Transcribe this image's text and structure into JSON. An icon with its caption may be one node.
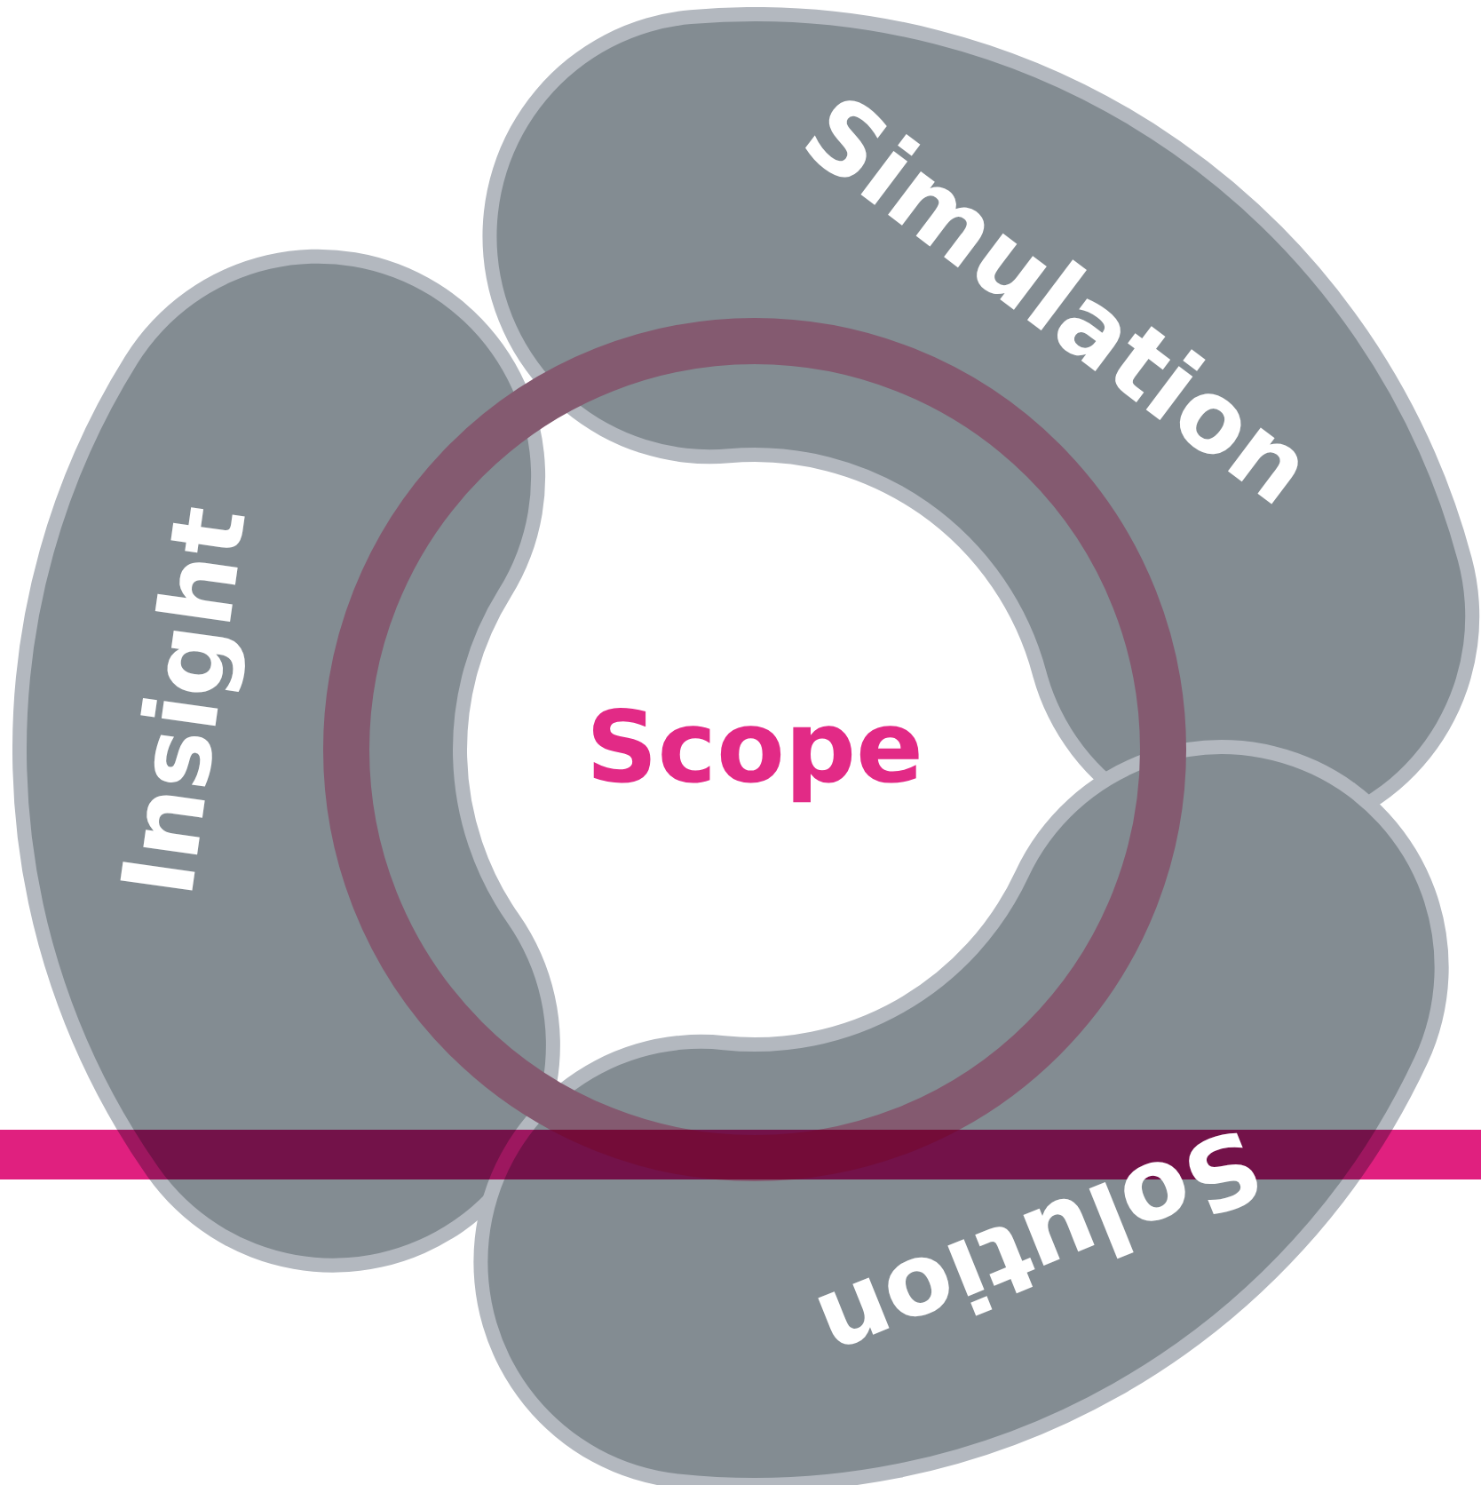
{
  "diagram": {
    "nodes": [
      {
        "text": [
          "Simulation"
        ]
      },
      {
        "text": [
          "Solution"
        ]
      },
      {
        "text": [
          "Insight"
        ]
      },
      {
        "text": [
          "Scope"
        ]
      },
      {
        "text": [],
        "shape": "bar"
      }
    ]
  }
}
